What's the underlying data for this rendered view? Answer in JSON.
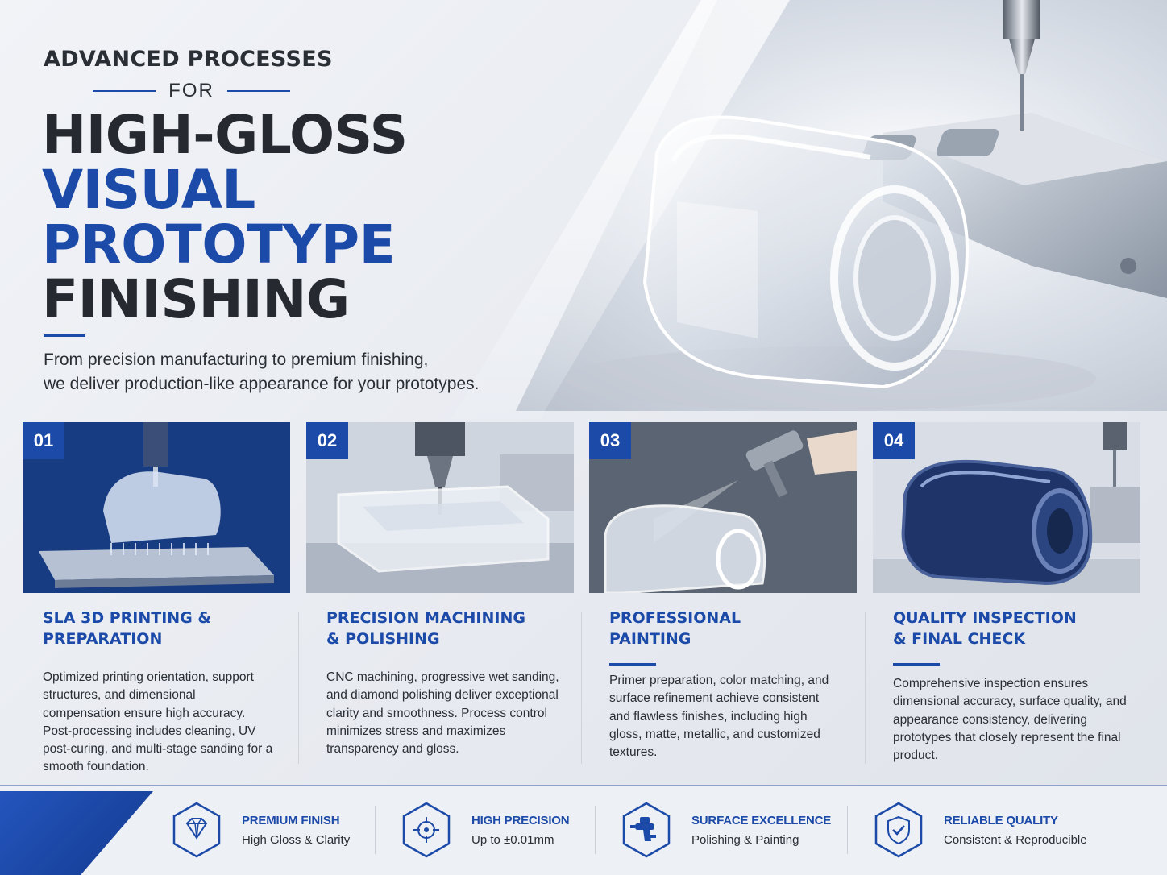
{
  "hero": {
    "kicker": "ADVANCED PROCESSES",
    "for": "FOR",
    "headline": [
      "HIGH-GLOSS",
      "VISUAL",
      "PROTOTYPE",
      "FINISHING"
    ],
    "lede_1": "From precision manufacturing to premium finishing,",
    "lede_2": "we deliver production-like appearance for your prototypes."
  },
  "colors": {
    "brand_blue": "#1c4aa8",
    "dark_text": "#262a30",
    "background": "#eceff4"
  },
  "cards": [
    {
      "number": "01",
      "title_1": "SLA 3D PRINTING &",
      "title_2": "PREPARATION",
      "description": "Optimized printing orientation, support structures, and dimensional compensation ensure high accuracy. Post-processing includes cleaning, UV post-curing, and multi-stage sanding for a smooth foundation."
    },
    {
      "number": "02",
      "title_1": "PRECISION MACHINING",
      "title_2": "& POLISHING",
      "description": "CNC machining, progressive wet sanding, and diamond polishing deliver exceptional clarity and smoothness. Process control minimizes stress and maximizes transparency and gloss."
    },
    {
      "number": "03",
      "title_1": "PROFESSIONAL",
      "title_2": "PAINTING",
      "description": "Primer preparation, color matching, and surface refinement achieve consistent and flawless finishes, including high gloss, matte, metallic, and customized textures."
    },
    {
      "number": "04",
      "title_1": "QUALITY INSPECTION",
      "title_2": "& FINAL CHECK",
      "description": "Comprehensive inspection ensures dimensional accuracy, surface quality, and appearance consistency, delivering prototypes that closely represent the final product."
    }
  ],
  "features": [
    {
      "icon": "diamond-icon",
      "title": "PREMIUM FINISH",
      "subtitle": "High Gloss & Clarity"
    },
    {
      "icon": "crosshair-icon",
      "title": "HIGH PRECISION",
      "subtitle": "Up to ±0.01mm"
    },
    {
      "icon": "spray-gun-icon",
      "title": "SURFACE EXCELLENCE",
      "subtitle": "Polishing & Painting"
    },
    {
      "icon": "shield-check-icon",
      "title": "RELIABLE QUALITY",
      "subtitle": "Consistent & Reproducible"
    }
  ]
}
